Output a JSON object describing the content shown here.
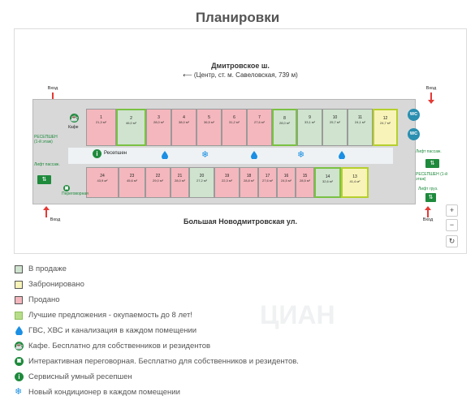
{
  "page": {
    "title": "Планировки"
  },
  "plan": {
    "street_top": "Дмитровское ш.",
    "direction": "⟵ (Центр, ст. м. Савеловская, 739 м)",
    "street_bottom": "Большая Новодмитровская ул.",
    "labels": {
      "entry": "Вход",
      "cafe": "Кафе",
      "reception": "Ресепшен",
      "reception_side": "РЕСЕПШЕН (1-й этаж)",
      "reception_right": "РЕСЕПШЕН (1-й этаж)",
      "lift_pass": "Лифт пассаж.",
      "lift_pass_right": "Лифт пассаж.",
      "lift_cargo": "Лифт груз.",
      "meeting": "Переговорная",
      "wc": "WC"
    },
    "top_rooms": [
      {
        "num": "1",
        "area": "21,3 м²",
        "status": "sold"
      },
      {
        "num": "2",
        "area": "46,0 м²",
        "status": "best"
      },
      {
        "num": "3",
        "area": "28,0 м²",
        "status": "sold"
      },
      {
        "num": "4",
        "area": "38,0 м²",
        "status": "sold"
      },
      {
        "num": "5",
        "area": "36,5 м²",
        "status": "sold"
      },
      {
        "num": "6",
        "area": "31,2 м²",
        "status": "sold"
      },
      {
        "num": "7",
        "area": "27,6 м²",
        "status": "sold"
      },
      {
        "num": "8",
        "area": "28,0 м²",
        "status": "best"
      },
      {
        "num": "9",
        "area": "33,1 м²",
        "status": "avail"
      },
      {
        "num": "10",
        "area": "25,7 м²",
        "status": "avail"
      },
      {
        "num": "11",
        "area": "24,1 м²",
        "status": "avail"
      },
      {
        "num": "12",
        "area": "24,7 м²",
        "status": "res"
      }
    ],
    "bottom_rooms": [
      {
        "num": "24",
        "area": "43,9 м²",
        "status": "sold"
      },
      {
        "num": "23",
        "area": "45,6 м²",
        "status": "sold"
      },
      {
        "num": "22",
        "area": "29,0 м²",
        "status": "sold"
      },
      {
        "num": "21",
        "area": "28,0 м²",
        "status": "sold"
      },
      {
        "num": "20",
        "area": "27,2 м²",
        "status": "avail"
      },
      {
        "num": "19",
        "area": "22,3 м²",
        "status": "sold"
      },
      {
        "num": "18",
        "area": "28,8 м²",
        "status": "sold"
      },
      {
        "num": "17",
        "area": "27,6 м²",
        "status": "sold"
      },
      {
        "num": "16",
        "area": "24,5 м²",
        "status": "sold"
      },
      {
        "num": "15",
        "area": "28,5 м²",
        "status": "sold"
      },
      {
        "num": "14",
        "area": "32,6 м²",
        "status": "best"
      },
      {
        "num": "13",
        "area": "41,4 м²",
        "status": "res"
      }
    ],
    "zoom_in": "+",
    "zoom_out": "−",
    "reset": "↻"
  },
  "legend": {
    "available": "В продаже",
    "reserved": "Забронировано",
    "sold": "Продано",
    "best": "Лучшие предложения - окупаемость до 8 лет!",
    "water": "ГВС, ХВС и канализация в каждом помещении",
    "cafe": "Кафе. Бесплатно для собственников и резидентов",
    "meeting": "Интерактивная переговорная. Бесплатно для собственников и резидентов.",
    "reception": "Сервисный умный ресепшен",
    "ac": "Новый кондиционер в каждом помещении"
  },
  "colors": {
    "available": "#cfe3cf",
    "reserved": "#f8f3b8",
    "sold": "#f4b7bd",
    "best": "#b8dd8a",
    "accent_green": "#1e8a3c",
    "water_blue": "#1a8fe3"
  },
  "watermark": "ЦИАН"
}
